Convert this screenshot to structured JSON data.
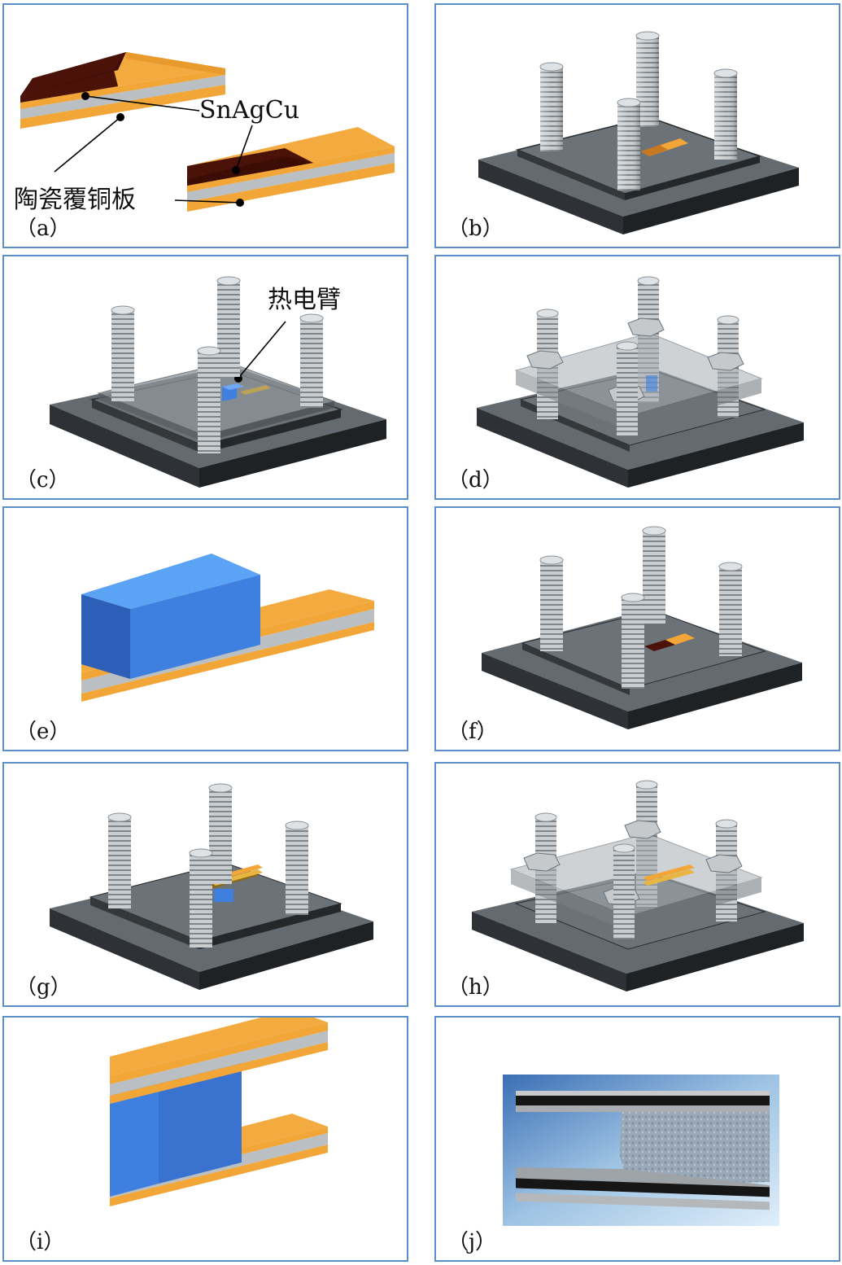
{
  "panels": [
    {
      "id": "a",
      "label": "（a）"
    },
    {
      "id": "b",
      "label": "（b）"
    },
    {
      "id": "c",
      "label": "（c）"
    },
    {
      "id": "d",
      "label": "（d）"
    },
    {
      "id": "e",
      "label": "（e）"
    },
    {
      "id": "f",
      "label": "（f）"
    },
    {
      "id": "g",
      "label": "（g）"
    },
    {
      "id": "h",
      "label": "（h）"
    },
    {
      "id": "i",
      "label": "（i）"
    },
    {
      "id": "j",
      "label": "（j）"
    }
  ],
  "annotations": {
    "solder": "SnAgCu",
    "substrate": "陶瓷覆铜板",
    "thermoelectric_leg": "热电臂"
  },
  "colors": {
    "border": "#5b8fc9",
    "copper": "#f2a637",
    "solder": "#4a1208",
    "ceramic": "#b9bfc2",
    "leg_blue": "#3f7fe0",
    "plate_dark": "#2e3236",
    "plate_gray": "#646b70",
    "bolt": "#c9cdd0"
  }
}
